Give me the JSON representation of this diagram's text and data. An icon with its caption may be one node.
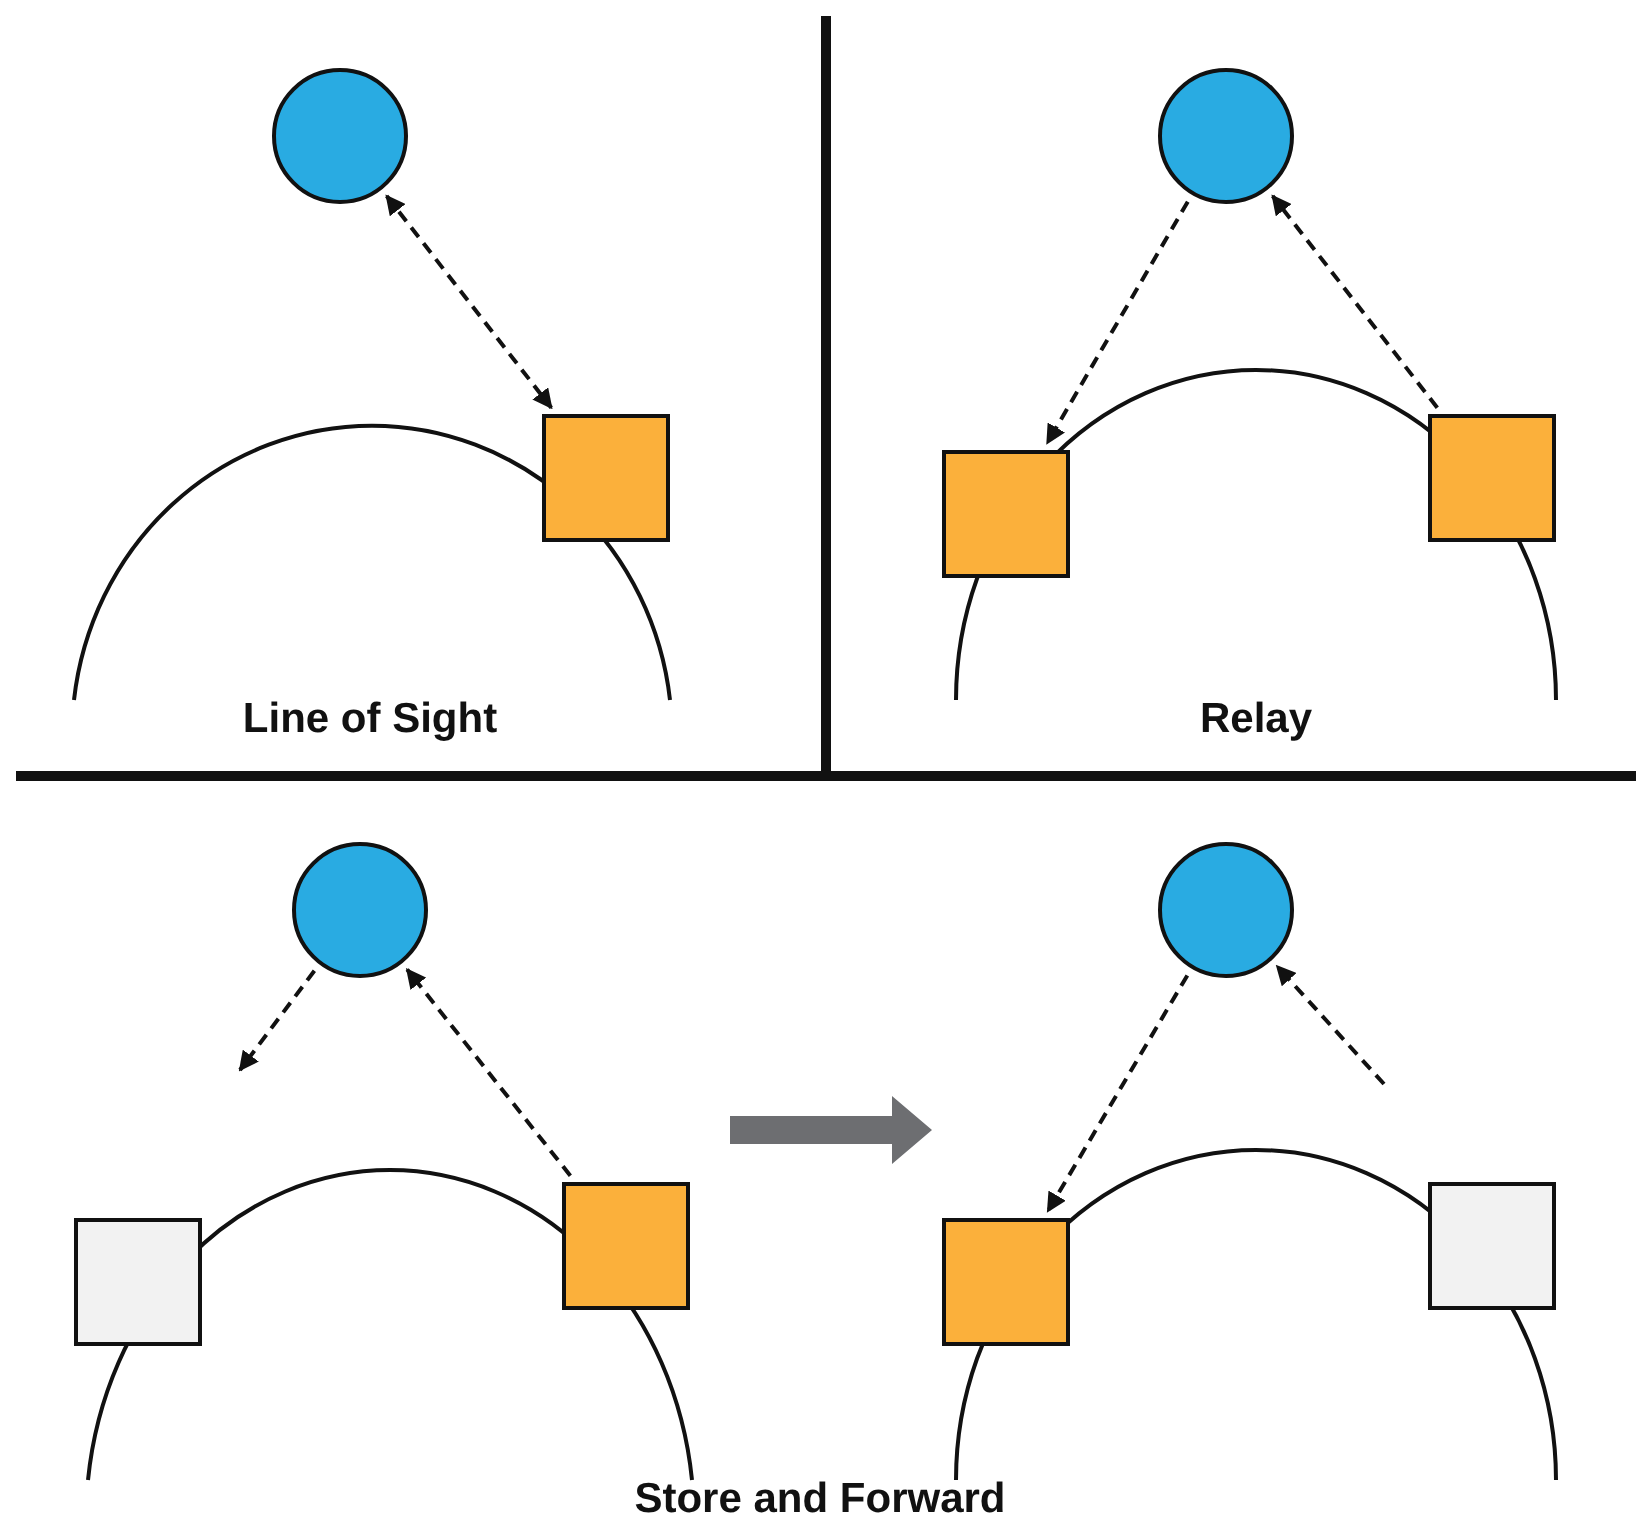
{
  "diagram": {
    "nodes": [
      {
        "text": [],
        "shape": "circle"
      },
      {
        "text": [],
        "shape": "box"
      },
      {
        "text": [],
        "shape": "circle"
      },
      {
        "text": [],
        "shape": "box"
      },
      {
        "text": [],
        "shape": "box"
      },
      {
        "text": [],
        "shape": "circle"
      },
      {
        "text": [],
        "shape": "box"
      },
      {
        "text": [],
        "shape": "box"
      },
      {
        "text": [],
        "shape": "circle"
      },
      {
        "text": [],
        "shape": "box"
      },
      {
        "text": [],
        "shape": "box"
      }
    ],
    "edges": [
      {
        "from": 0,
        "to": 1,
        "arrow": "both",
        "style": "dashed"
      },
      {
        "from": 4,
        "to": 2,
        "arrow": "to",
        "style": "dashed"
      },
      {
        "from": 2,
        "to": 3,
        "arrow": "to",
        "style": "dashed"
      },
      {
        "from": 7,
        "to": 5,
        "arrow": "to",
        "style": "dashed"
      },
      {
        "from": 5,
        "to": null,
        "arrow": "to",
        "style": "dashed"
      },
      {
        "from": 8,
        "to": 9,
        "arrow": "to",
        "style": "dashed"
      },
      {
        "from": null,
        "to": 8,
        "arrow": "to",
        "style": "dashed"
      }
    ],
    "labels": [
      "Line of Sight",
      "Relay",
      "Store and Forward"
    ]
  }
}
